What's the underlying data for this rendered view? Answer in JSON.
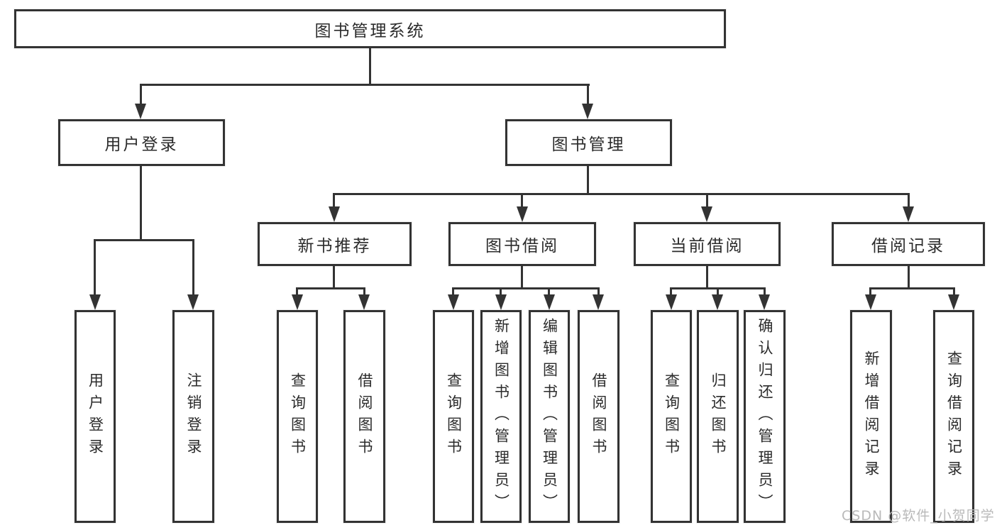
{
  "diagram": {
    "type": "tree",
    "root": {
      "label": "图书管理系统",
      "children": [
        {
          "label": "用户登录",
          "children": [
            {
              "label": "用户登录"
            },
            {
              "label": "注销登录"
            }
          ]
        },
        {
          "label": "图书管理",
          "children": [
            {
              "label": "新书推荐",
              "children": [
                {
                  "label": "查询图书"
                },
                {
                  "label": "借阅图书"
                }
              ]
            },
            {
              "label": "图书借阅",
              "children": [
                {
                  "label": "查询图书"
                },
                {
                  "label": "新增图书（管理员）"
                },
                {
                  "label": "编辑图书（管理员）"
                },
                {
                  "label": "借阅图书"
                }
              ]
            },
            {
              "label": "当前借阅",
              "children": [
                {
                  "label": "查询图书"
                },
                {
                  "label": "归还图书"
                },
                {
                  "label": "确认归还（管理员）"
                }
              ]
            },
            {
              "label": "借阅记录",
              "children": [
                {
                  "label": "新增借阅记录"
                },
                {
                  "label": "查询借阅记录"
                }
              ]
            }
          ]
        }
      ]
    }
  },
  "watermark": {
    "text": "CSDN @软件_小贺同学"
  },
  "colors": {
    "line": "#333333",
    "text": "#2b2b2b",
    "background": "#ffffff",
    "watermark": "#b9b9b9"
  }
}
